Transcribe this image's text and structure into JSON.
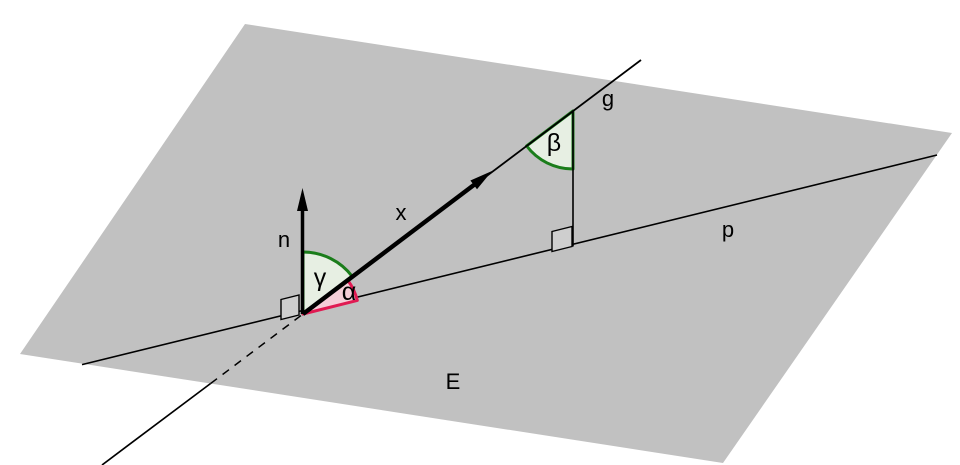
{
  "figure": {
    "plane_label": "E",
    "normal_vector_label": "n",
    "direction_vector_label": "x",
    "line_g_label": "g",
    "line_p_label": "p",
    "angle_alpha_label": "α",
    "angle_beta_label": "β",
    "angle_gamma_label": "γ"
  },
  "colors": {
    "plane_gray": "#c1c1c1",
    "marker_fill": "#cecece",
    "green": "#1b7d1b",
    "green_fill": "#e7efe3",
    "crimson": "#e01a52",
    "crimson_fill": "#f5ced8",
    "black": "#000000"
  }
}
